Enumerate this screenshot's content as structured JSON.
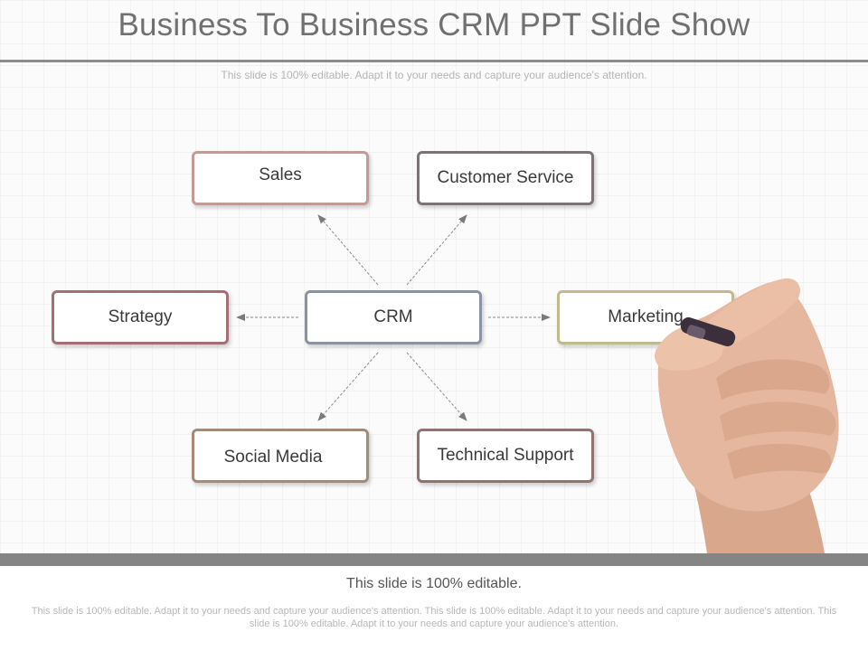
{
  "slide": {
    "title": "Business To Business CRM PPT Slide Show",
    "subtitle": "This slide is 100% editable. Adapt it to your needs and capture your audience's attention."
  },
  "diagram": {
    "center": {
      "label": "CRM",
      "border_color": "#8a93a3"
    },
    "nodes": [
      {
        "id": "sales",
        "label": "Sales",
        "border_color": "#c49a96"
      },
      {
        "id": "customer-service",
        "label": "Customer Service",
        "border_color": "#7b7378"
      },
      {
        "id": "strategy",
        "label": "Strategy",
        "border_color": "#a27074"
      },
      {
        "id": "marketing",
        "label": "Marketing",
        "border_color": "#c3b98e"
      },
      {
        "id": "social-media",
        "label": "Social Media",
        "border_color": "#a58a78"
      },
      {
        "id": "technical-support",
        "label": "Technical Support",
        "border_color": "#8f7572"
      }
    ],
    "connector_color": "#8a8a8a"
  },
  "footer": {
    "headline": "This slide is 100% editable.",
    "body": "This slide is 100% editable. Adapt it to your needs and capture your audience's attention. This slide is 100% editable. Adapt it to your needs and capture your audience's attention. This slide is 100% editable. Adapt it to your needs and capture your audience's attention."
  }
}
